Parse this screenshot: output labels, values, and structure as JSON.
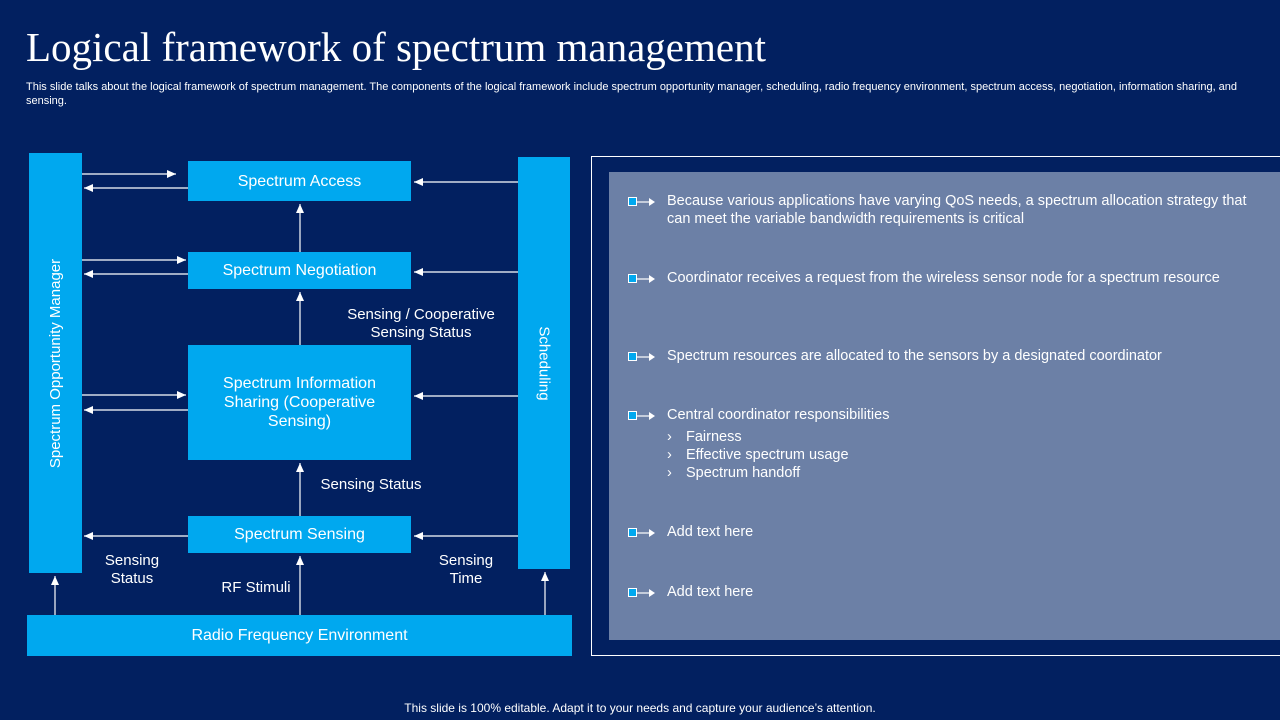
{
  "slide": {
    "title": "Logical framework of spectrum management",
    "subtitle": "This slide talks about the logical framework of spectrum management. The components of the logical framework include spectrum opportunity manager, scheduling, radio frequency environment, spectrum access, negotiation, information sharing, and sensing.",
    "footer": "This slide is 100% editable. Adapt it to your needs and capture your audience’s attention."
  },
  "diagram": {
    "spectrum_opportunity_manager": "Spectrum Opportunity Manager",
    "scheduling": "Scheduling",
    "spectrum_access": "Spectrum Access",
    "spectrum_negotiation": "Spectrum Negotiation",
    "spectrum_information_sharing": "Spectrum Information Sharing (Cooperative Sensing)",
    "spectrum_sensing": "Spectrum Sensing",
    "radio_frequency_environment": "Radio Frequency Environment",
    "labels": {
      "sensing_cooperative_status": "Sensing / Cooperative Sensing Status",
      "sensing_status_mid": "Sensing Status",
      "sensing_status_left": "Sensing Status",
      "rf_stimuli": "RF Stimuli",
      "sensing_time": "Sensing Time"
    }
  },
  "panel": {
    "bullets": [
      {
        "text": "Because various applications have varying QoS needs, a spectrum allocation strategy that can meet the variable bandwidth requirements is critical"
      },
      {
        "text": "Coordinator receives a request from the wireless sensor node for a spectrum resource"
      },
      {
        "text": "Spectrum resources are allocated to the sensors by a designated coordinator"
      },
      {
        "text": "Central coordinator responsibilities",
        "subitems": [
          "Fairness",
          "Effective spectrum usage",
          "Spectrum handoff"
        ]
      },
      {
        "text": "Add text here"
      },
      {
        "text": "Add text here"
      }
    ]
  },
  "colors": {
    "background": "#022060",
    "box": "#00a8ef",
    "panel": "#6c80a6"
  }
}
